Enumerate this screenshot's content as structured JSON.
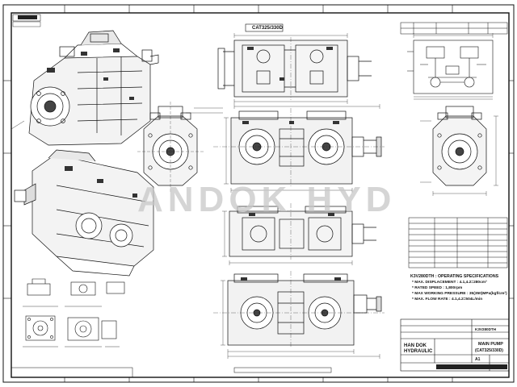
{
  "drawing": {
    "view_label": "CAT325/330D",
    "watermark": "ANDOK HYD",
    "spec_title": "K3V280DTH : OPERATING SPECIFICATIONS",
    "spec_lines": [
      "* MAX. DISPLACEMENT : 4.1,4.2=280cm³",
      "* RATED SPEED : 1,800rpm",
      "* MAX WORKING PRESSURE : 35(350)MPa(kgf/cm²)",
      "* MAX. FLOW RATE : 4.1,4.2=504L/min"
    ],
    "company_line1": "HAN DOK",
    "company_line2": "HYDRAULIC",
    "product_line1": "K3V280DTH",
    "product_line2": "MAIN PUMP",
    "product_line3": "(CAT325/330D)",
    "sheet_size": "A1",
    "accent_color": "#c8c8c8"
  }
}
